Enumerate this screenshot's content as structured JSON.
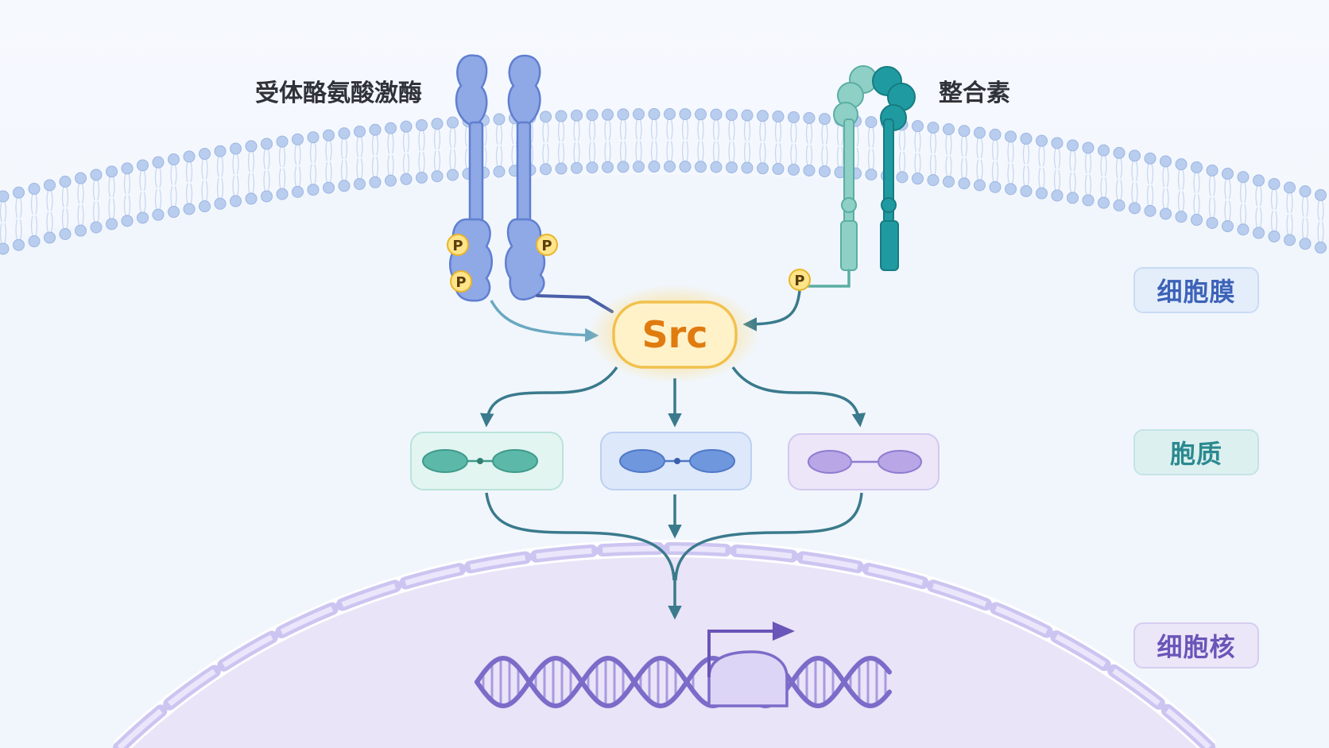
{
  "labels": {
    "rtk": "受体酪氨酸激酶",
    "integrin": "整合素",
    "src": "Src",
    "phospho": "P"
  },
  "regions": {
    "membrane": "细胞膜",
    "cytoplasm": "胞质",
    "nucleus": "细胞核"
  },
  "colors": {
    "background": "#f4f8fd",
    "membrane_head": "#b9cdee",
    "rtk": "#8fa8e6",
    "integrin_light": "#7fc8c0",
    "integrin_dark": "#1f9aa0",
    "src_fill": "#fff2c8",
    "src_text": "#e07b10",
    "arrow": "#3a7a8c",
    "phospho": "#f4c843",
    "nucleus_fill": "#e8e1f6",
    "dna": "#7b6cc9",
    "region_membrane_text": "#3d63b8",
    "region_cytoplasm_text": "#2a8a8f",
    "region_nucleus_text": "#6a55b8"
  }
}
